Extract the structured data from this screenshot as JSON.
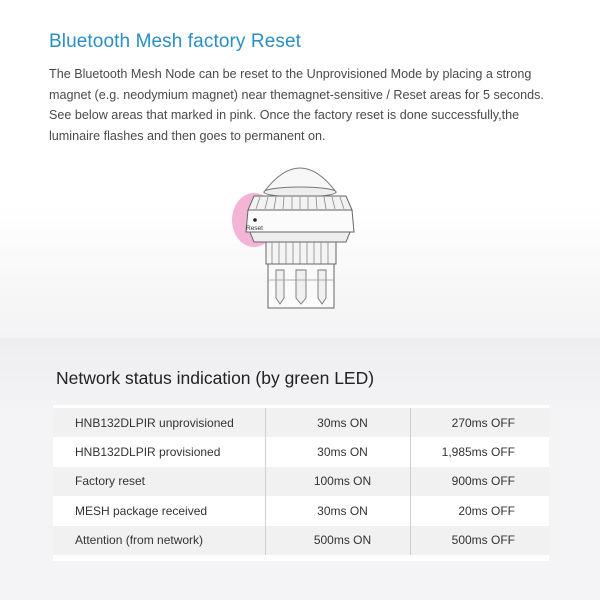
{
  "reset_section": {
    "title": "Bluetooth Mesh factory Reset",
    "paragraph_lines": [
      "The Bluetooth Mesh Node can be reset to the Unprovisioned Mode by placing a strong",
      "magnet (e.g. neodymium magnet) near themagnet-sensitive / Reset areas  for 5 seconds.",
      "See below areas that marked in pink. Once the factory reset is done successfully,the",
      "luminaire flashes and then goes to permanent on."
    ],
    "reset_label": "Reset",
    "highlight_color": "#f2a7cf",
    "title_color": "#2a8fc4"
  },
  "network_section": {
    "title": "Network status indication (by green LED)",
    "rows": [
      {
        "name": "HNB132DLPIR unprovisioned",
        "on": "30ms ON",
        "off": "270ms OFF"
      },
      {
        "name": "HNB132DLPIR provisioned",
        "on": "30ms ON",
        "off": "1,985ms OFF"
      },
      {
        "name": "Factory reset",
        "on": "100ms ON",
        "off": "900ms OFF"
      },
      {
        "name": "MESH package received",
        "on": "30ms ON",
        "off": "20ms OFF"
      },
      {
        "name": "Attention (from network)",
        "on": "500ms ON",
        "off": "500ms OFF"
      }
    ]
  }
}
